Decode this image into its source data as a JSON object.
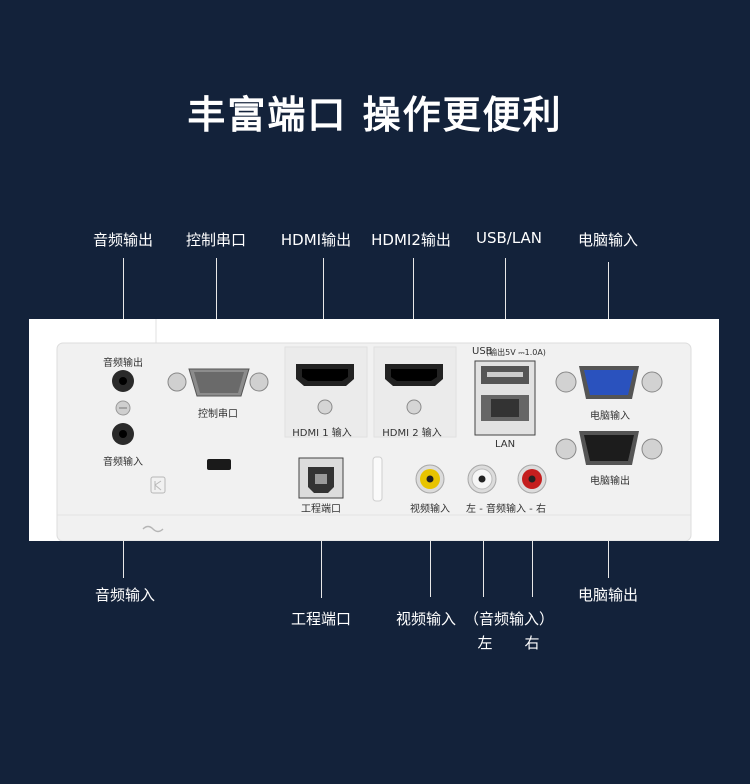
{
  "title": "丰富端口 操作更便利",
  "callouts_top": {
    "audio_out": "音频输出",
    "control_serial": "控制串口",
    "hdmi_out": "HDMI输出",
    "hdmi2_out": "HDMI2输出",
    "usb_lan": "USB/LAN",
    "pc_in": "电脑输入"
  },
  "callouts_bottom": {
    "audio_in": "音频输入",
    "service_port": "工程端口",
    "video_in": "视频输入",
    "audio_in_paren": "（音频输入）",
    "left": "左",
    "right": "右",
    "pc_out": "电脑输出"
  },
  "panel_labels": {
    "audio_out": "音频输出",
    "audio_in": "音频输入",
    "control_serial": "控制串口",
    "hdmi1_in": "HDMI 1 输入",
    "hdmi2_in": "HDMI 2 输入",
    "usb": "USB",
    "usb_spec": "(输出5V ⎓1.0A)",
    "lan": "LAN",
    "pc_in": "电脑输入",
    "pc_out": "电脑输出",
    "service_port": "工程端口",
    "video_in": "视频输入",
    "audio_lr": "左 - 音频输入 - 右"
  },
  "colors": {
    "background": "#13223a",
    "panel": "#ffffff",
    "panel_inset": "#eeeeee",
    "rca_yellow": "#e8c400",
    "rca_red": "#c41e1e",
    "vga_blue": "#2a52be"
  }
}
